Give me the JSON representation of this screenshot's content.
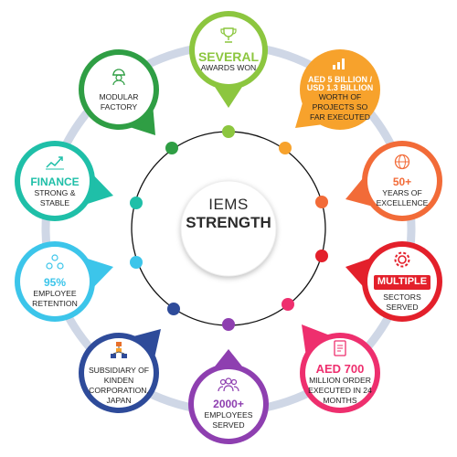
{
  "center": {
    "line1": "IEMS",
    "line2": "STRENGTH"
  },
  "nodes": [
    {
      "key": "awards",
      "headline": "SEVERAL",
      "text": "AWARDS WON",
      "color": "#8cc63f",
      "icon": "trophy-icon"
    },
    {
      "key": "projects",
      "headline": "AED 5 BILLION / USD 1.3 BILLION",
      "text": "WORTH OF PROJECTS SO FAR EXECUTED",
      "color": "#f7a22c",
      "icon": "bar-chart-icon"
    },
    {
      "key": "years",
      "headline": "50+",
      "text": "YEARS OF EXCELLENCE",
      "color": "#f26b38",
      "icon": "globe-icon"
    },
    {
      "key": "sectors",
      "headline": "MULTIPLE",
      "text": "SECTORS SERVED",
      "color": "#e3202b",
      "icon": "gear-icon"
    },
    {
      "key": "orders",
      "headline": "AED 700",
      "text": "MILLION ORDER EXECUTED IN 24 MONTHS",
      "color": "#ee2f6e",
      "icon": "document-icon"
    },
    {
      "key": "employees",
      "headline": "2000+",
      "text": "EMPLOYEES SERVED",
      "color": "#8e3fb0",
      "icon": "people-icon"
    },
    {
      "key": "subsidiary",
      "headline": "",
      "text": "SUBSIDIARY OF KINDEN CORPORATION, JAPAN",
      "color": "#2e4b9a",
      "icon": "network-icon"
    },
    {
      "key": "retention",
      "headline": "95%",
      "text": "EMPLOYEE RETENTION",
      "color": "#3cc5ea",
      "icon": "team-icon"
    },
    {
      "key": "finance",
      "headline": "FINANCE",
      "text": "STRONG & STABLE",
      "color": "#1fbfa8",
      "icon": "growth-chart-icon"
    },
    {
      "key": "factory",
      "headline": "",
      "text": "MODULAR FACTORY",
      "color": "#2f9e44",
      "icon": "worker-icon"
    }
  ]
}
